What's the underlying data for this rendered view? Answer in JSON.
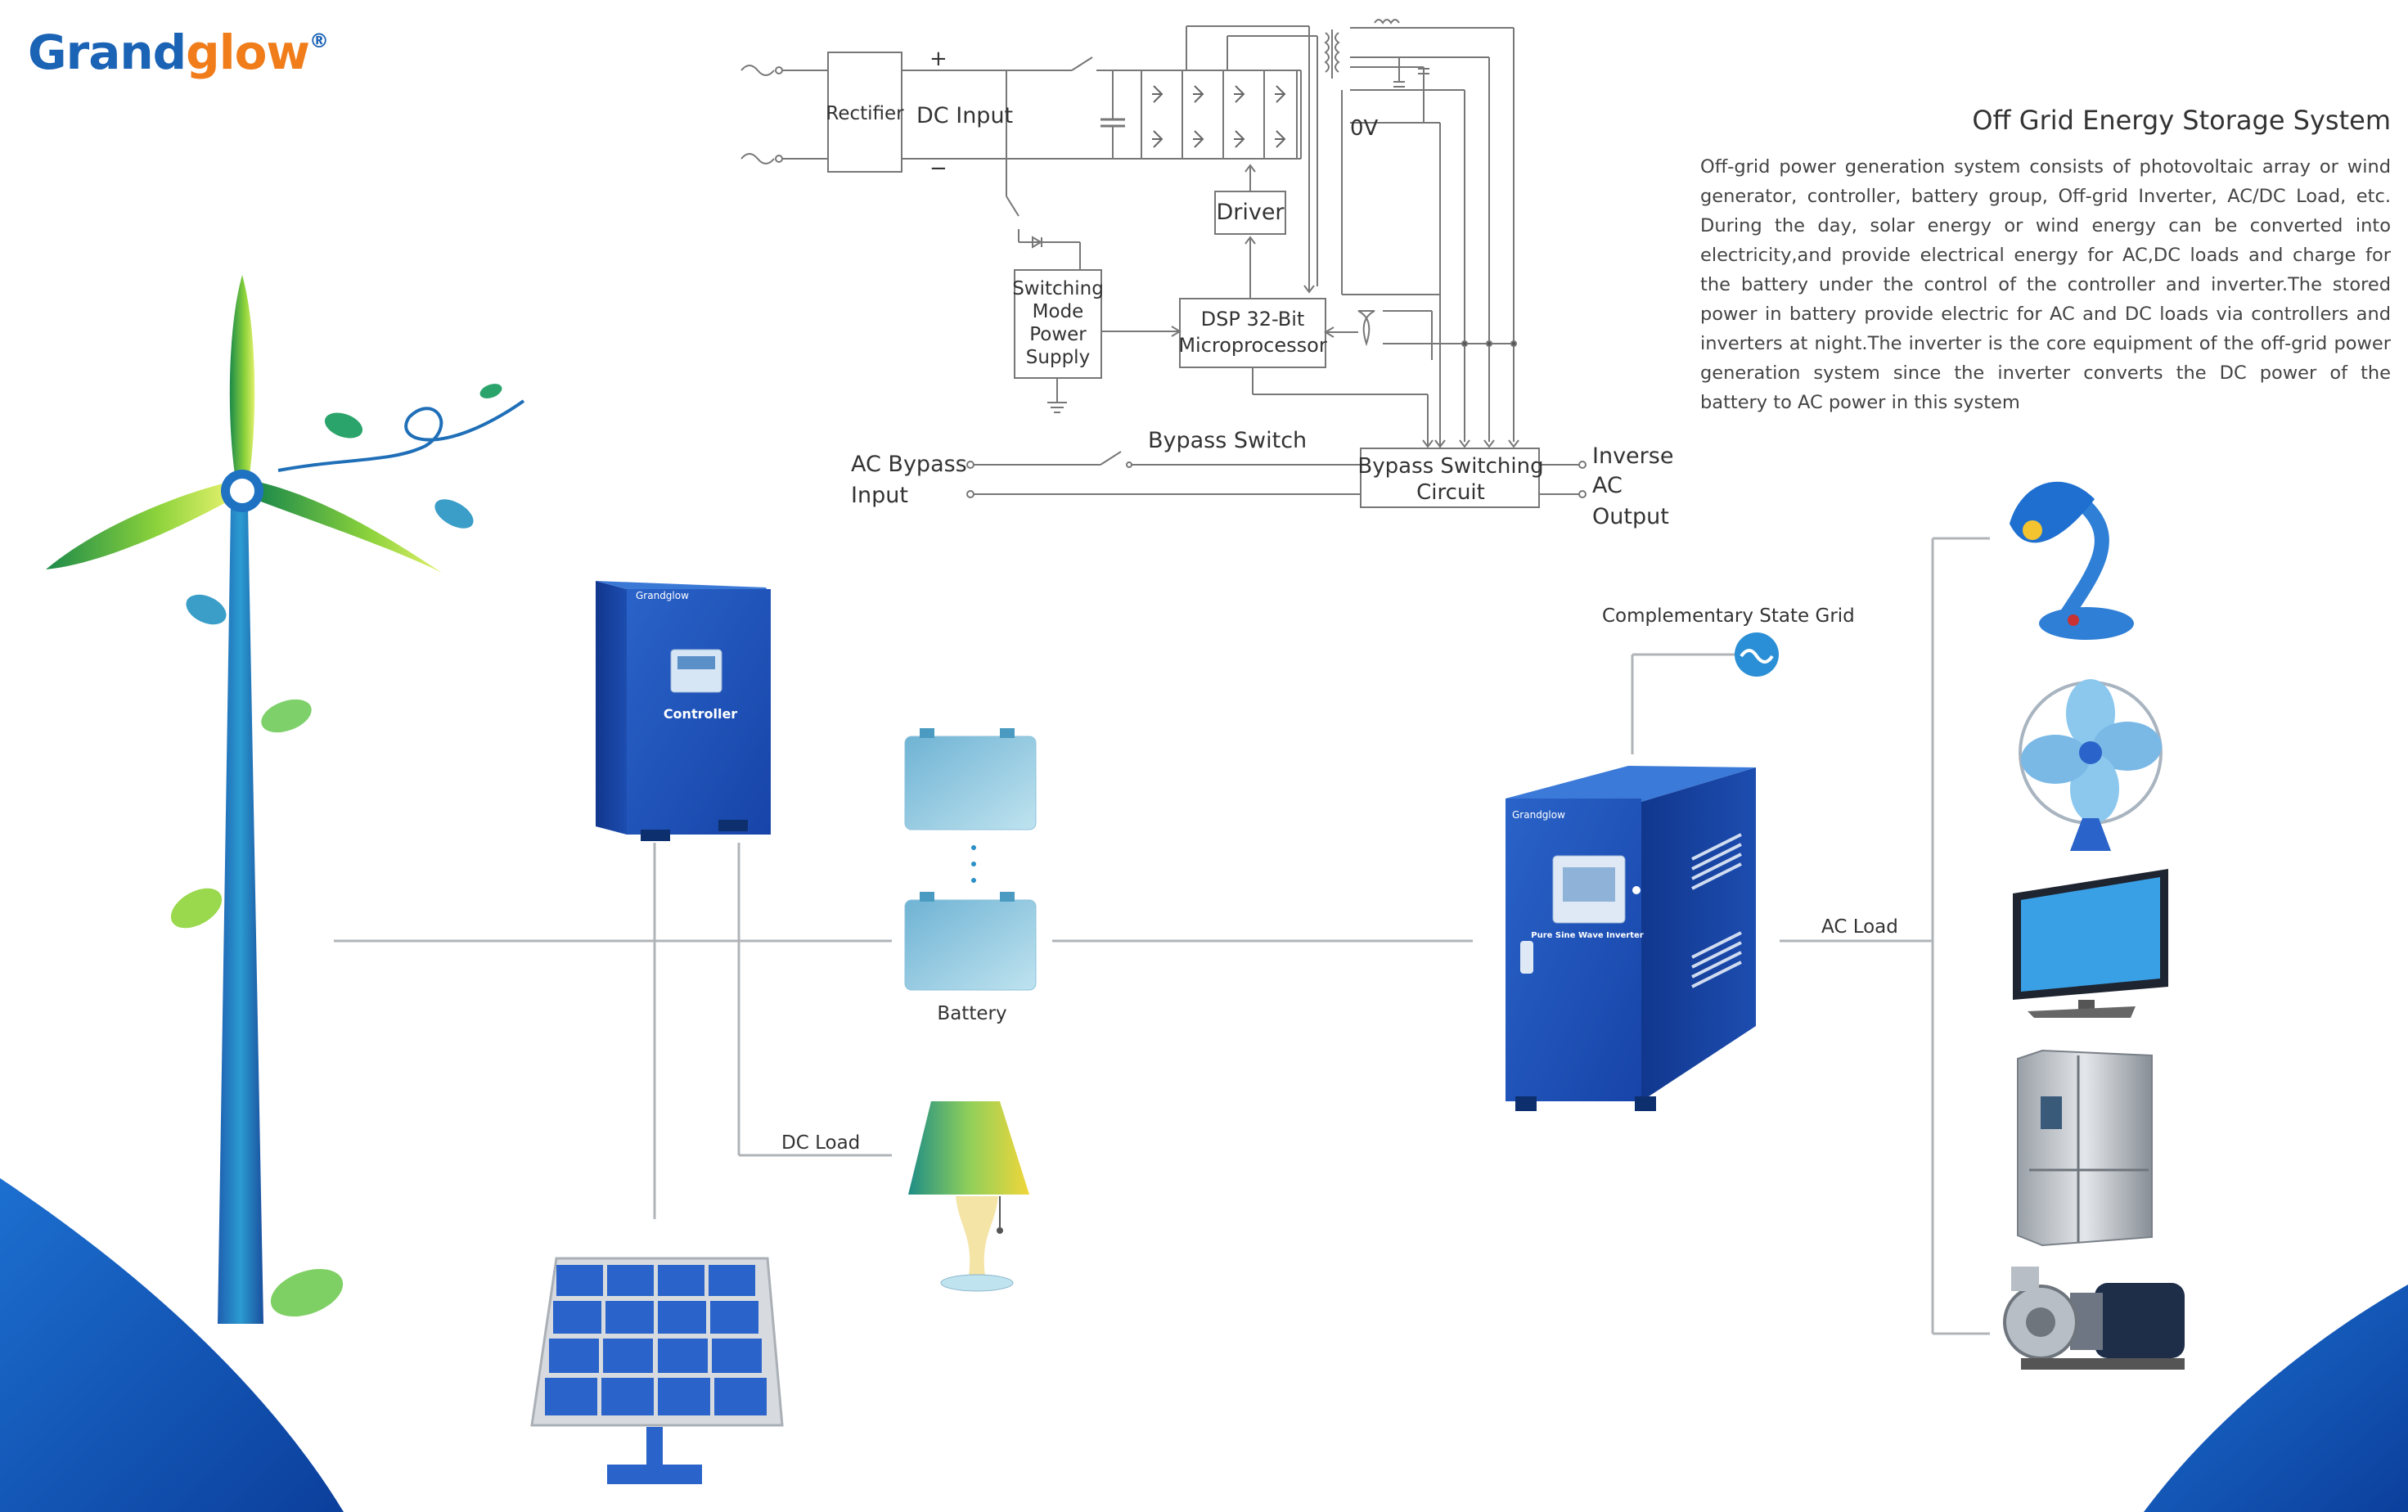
{
  "brand": {
    "name_part1": "Grand",
    "name_part2": "glow",
    "registered": "®",
    "colors": {
      "primary": "#1b63b5",
      "accent": "#f07c1a"
    }
  },
  "header": {
    "title": "Off Grid Energy Storage System",
    "description": "Off-grid power generation system consists of photovoltaic array or wind generator, controller, battery group, Off-grid Inverter, AC/DC Load, etc. During the day, solar energy or wind energy can be converted into electricity,and provide electrical energy for AC,DC loads and charge for the battery under the control of the controller and inverter.The stored power in battery provide electric for AC and DC loads via controllers and inverters at night.The inverter is the core equipment of the off-grid power generation system since the inverter converts the DC power of the battery to AC power in this system"
  },
  "circuit": {
    "rectifier": "Rectifier",
    "dc_input": "DC Input",
    "plus": "+",
    "minus": "−",
    "zero_v": "0V",
    "driver": "Driver",
    "smps": [
      "Switching",
      "Mode",
      "Power",
      "Supply"
    ],
    "dsp": [
      "DSP 32-Bit",
      "Microprocessor"
    ],
    "ac_bypass_input": [
      "AC Bypass",
      "Input"
    ],
    "bypass_switch": "Bypass Switch",
    "bypass_circuit": [
      "Bypass Switching",
      "Circuit"
    ],
    "inverse_output": [
      "Inverse",
      "AC",
      "Output"
    ]
  },
  "system": {
    "controller_brand": "Grandglow",
    "controller_label": "Controller",
    "battery_label": "Battery",
    "dc_load_label": "DC Load",
    "grid_label": "Complementary State Grid",
    "inverter_brand": "Grandglow",
    "inverter_label": "Pure Sine Wave Inverter",
    "ac_load_label": "AC Load",
    "ac_loads": [
      "desk-lamp-icon",
      "fan-icon",
      "television-icon",
      "refrigerator-icon",
      "water-pump-icon"
    ]
  }
}
